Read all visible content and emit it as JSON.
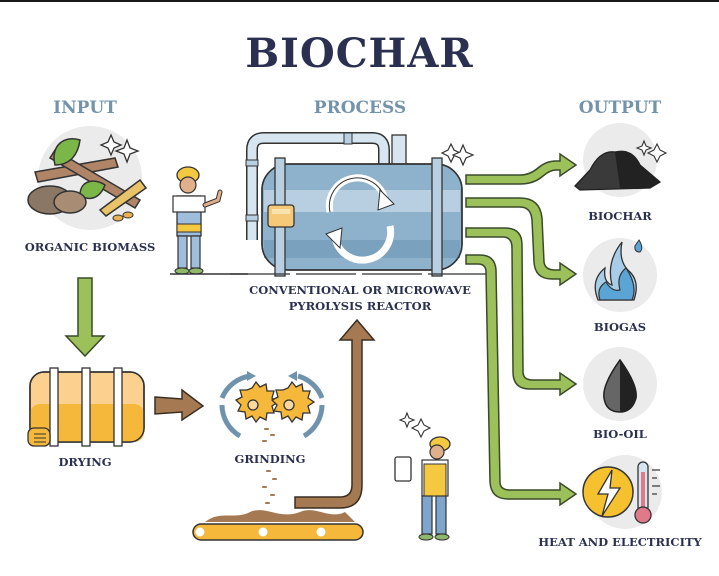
{
  "title": "BIOCHAR",
  "columns": {
    "input": "INPUT",
    "process": "PROCESS",
    "output": "OUTPUT"
  },
  "input": {
    "label": "ORGANIC BIOMASS"
  },
  "process": {
    "reactor_label_line1": "CONVENTIONAL OR MICROWAVE",
    "reactor_label_line2": "PYROLYSIS REACTOR",
    "steps": [
      {
        "label": "DRYING"
      },
      {
        "label": "GRINDING"
      }
    ]
  },
  "outputs": [
    {
      "label": "BIOCHAR",
      "icon": "charcoal-pile-icon"
    },
    {
      "label": "BIOGAS",
      "icon": "flame-icon"
    },
    {
      "label": "BIO-OIL",
      "icon": "oil-drop-icon"
    },
    {
      "label": "HEAT AND ELECTRICITY",
      "icon": "lightning-thermometer-icon"
    }
  ],
  "colors": {
    "title": "#2b3050",
    "column_heading": "#7393aa",
    "arrow_green": "#9cc05a",
    "arrow_brown": "#a57a52",
    "reactor_blue": "#8fb2cc",
    "accent_yellow": "#f5b83a"
  }
}
